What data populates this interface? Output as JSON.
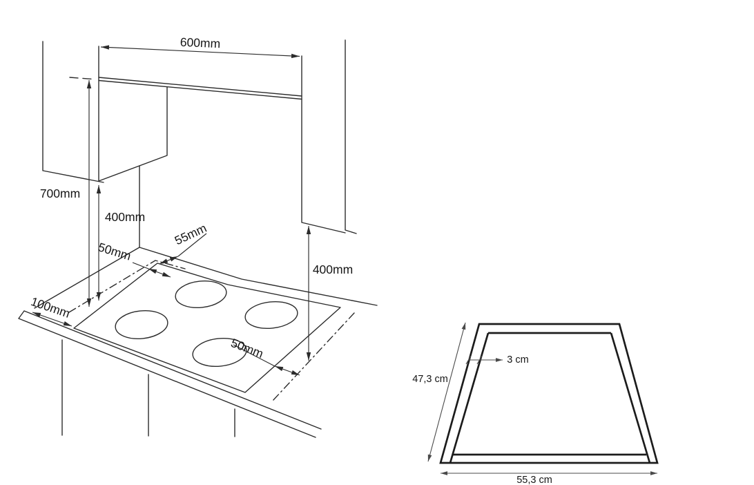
{
  "colors": {
    "ink": "#2b2b2b",
    "dim_ink": "#4a4a4a",
    "background": "#ffffff"
  },
  "installation_diagram": {
    "labels": {
      "niche_width": "600mm",
      "worktop_to_hood": "700mm",
      "worktop_to_left_cabinet": "400mm",
      "rear_clearance": "55mm",
      "rear_left_clearance": "50mm",
      "front_clearance": "100mm",
      "worktop_to_right_cabinet": "400mm",
      "right_clearance": "50mm"
    }
  },
  "cutout_diagram": {
    "labels": {
      "cutout_depth": "47,3 cm",
      "rim_width": "3 cm",
      "cutout_width": "55,3 cm"
    }
  }
}
